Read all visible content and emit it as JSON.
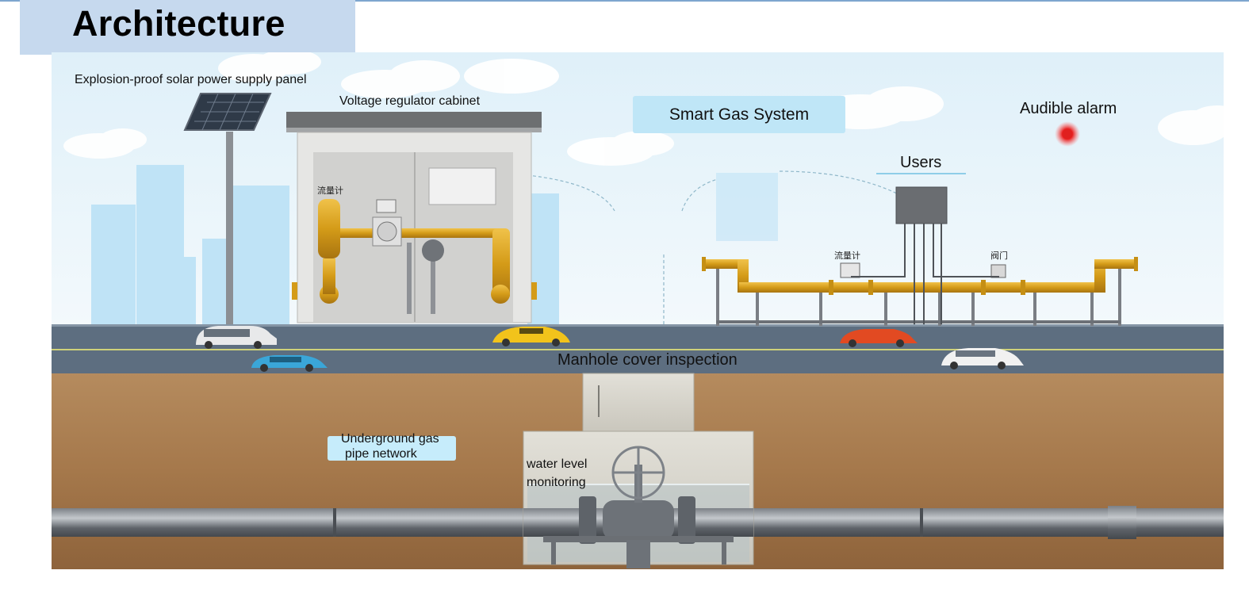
{
  "header": {
    "title": "Architecture"
  },
  "labels": {
    "solar_panel": "Explosion-proof solar power supply panel",
    "regulator_cabinet": "Voltage regulator cabinet",
    "smart_gas_system": "Smart Gas System",
    "audible_alarm": "Audible alarm",
    "users": "Users",
    "manhole": "Manhole cover inspection",
    "underground_line1": "Underground gas",
    "underground_line2": "pipe network",
    "water_level_line1": "water level",
    "water_level_line2": "monitoring",
    "flowmeter_cabinet": "流量计",
    "flowmeter_user": "流量计",
    "valve_user": "阀门"
  },
  "colors": {
    "sky": "#e6f3fa",
    "road": "#5a6b7c",
    "soil": "#a77a4e",
    "gas_pipe": "#d9a521",
    "alarm": "#e0201f",
    "title_box": "#c6d9ee"
  },
  "icons": [
    "solar-panel-icon",
    "alarm-light-icon",
    "car-icon",
    "valve-wheel-icon",
    "control-box-icon"
  ]
}
